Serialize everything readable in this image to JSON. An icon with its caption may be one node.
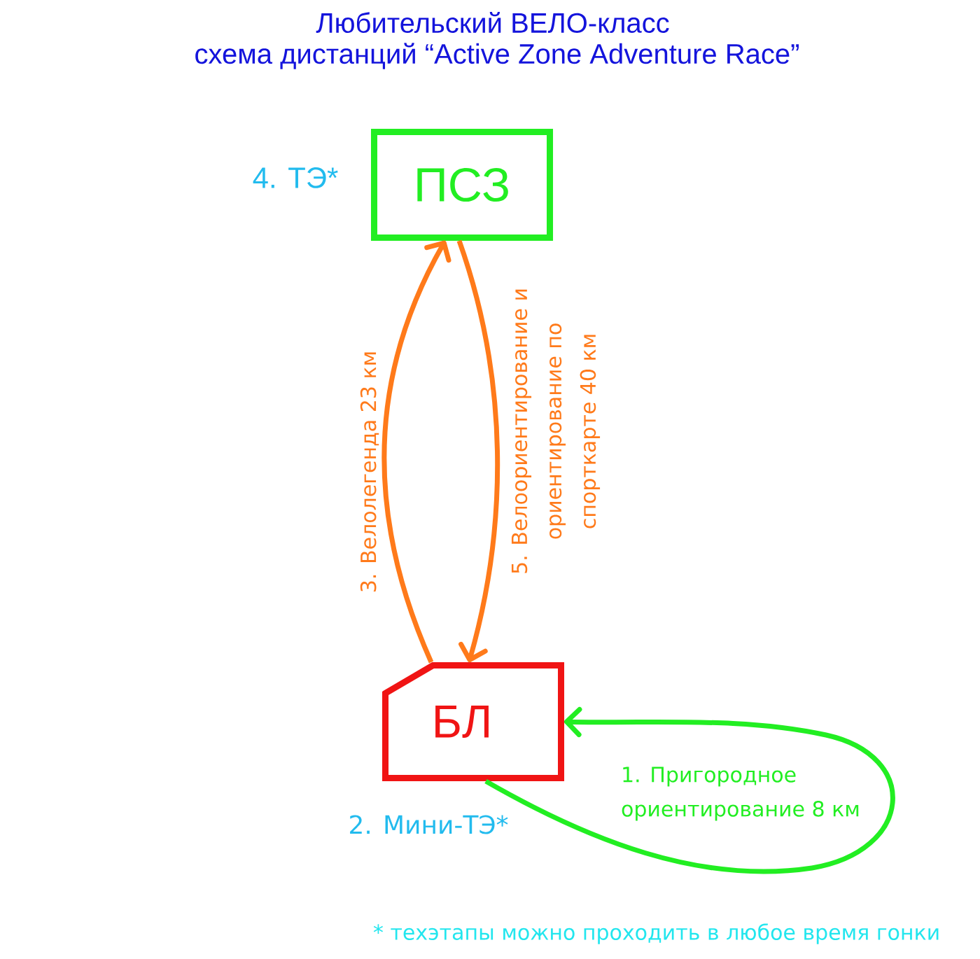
{
  "diagram": {
    "title": "Любительский ВЕЛО-класс",
    "nodes": [
      {
        "text": [
          "ПСЗ"
        ],
        "beside": [
          "4. ТЭ*"
        ]
      },
      {
        "text": [
          "БЛ"
        ],
        "beside": [
          "2. Мини-ТЭ*"
        ]
      }
    ],
    "edges": [
      {
        "from": 1,
        "to": 0,
        "arrow": "to",
        "label": "3. Велолегенда 23 км"
      },
      {
        "from": 0,
        "to": 1,
        "arrow": "to",
        "label": "5. Велоориентирование и ориентирование по спорткарте 40 км"
      },
      {
        "from": 1,
        "to": 1,
        "arrow": "to",
        "label": "1. Пригородное ориентирование 8 км",
        "color": "#22ee22"
      }
    ],
    "labels": [
      "схема дистанций “Active Zone Adventure Race”",
      "* техэтапы можно проходить в любое время гонки"
    ]
  }
}
